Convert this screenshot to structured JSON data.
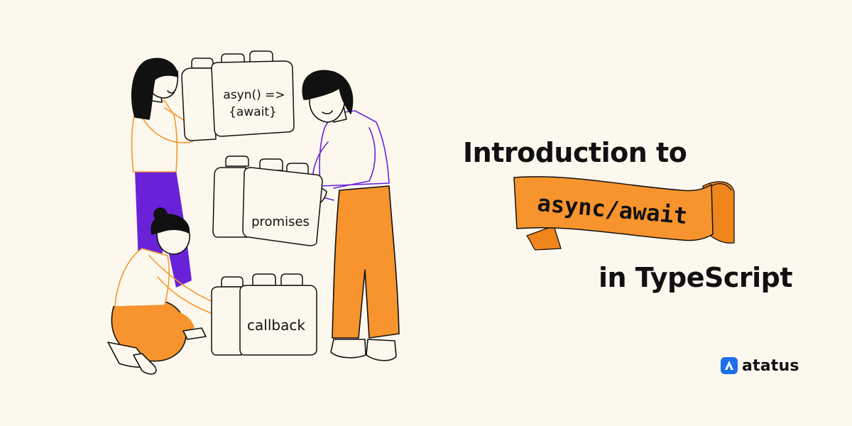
{
  "headline": {
    "line1": "Introduction to",
    "highlight": "async/await",
    "line3": "in TypeScript"
  },
  "blocks": {
    "top": "asyn() =>",
    "top_line2": "{await}",
    "middle": "promises",
    "bottom": "callback"
  },
  "brand": {
    "name": "atatus",
    "icon": "atatus-logo-icon"
  },
  "colors": {
    "background": "#fdf8ee",
    "accent_orange": "#f7942d",
    "accent_purple": "#6a22d9",
    "text": "#111111",
    "brand_blue": "#1d6fe8"
  }
}
